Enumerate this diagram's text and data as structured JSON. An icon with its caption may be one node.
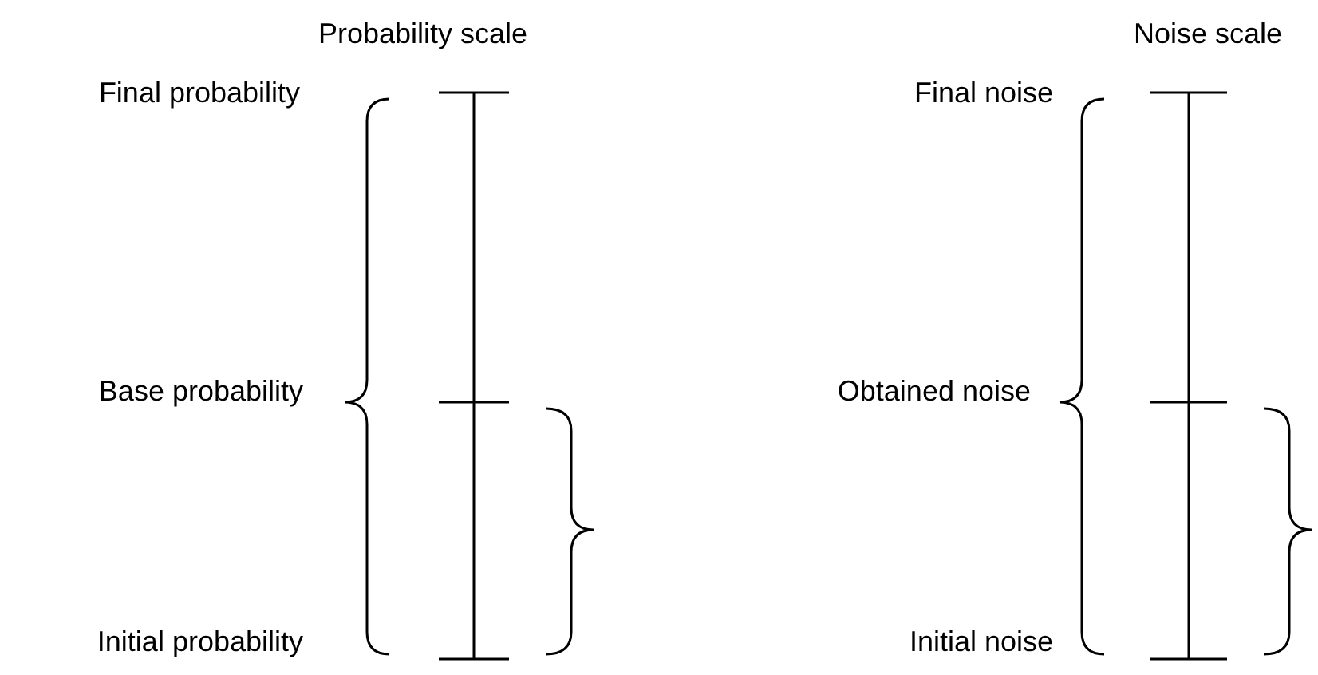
{
  "diagram": {
    "labels": [
      "Probability scale",
      "Noise scale",
      "Final probability",
      "Final noise",
      "Base probability",
      "Obtained noise",
      "Initial probability",
      "Initial noise"
    ]
  }
}
